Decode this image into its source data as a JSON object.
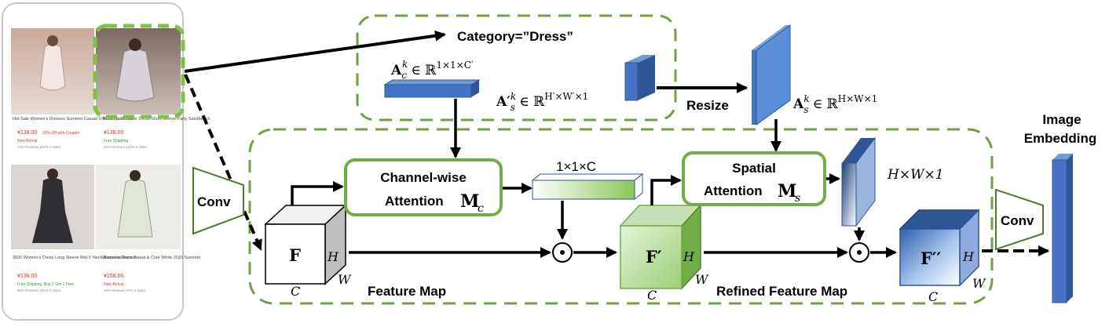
{
  "phone": {
    "products": [
      {
        "title": "Hot Sale Women's Dresses Summer Casual V-Neck Floal Print",
        "price": "¥138.00",
        "promo": "20% Off with Coupon",
        "tag": "New Arrival",
        "reviews": "700+Reviews 100% 5 Stars"
      },
      {
        "title": "Women's Summer Dress Short Sleeve Party Sandbeach",
        "price": "¥138.00",
        "promo": "",
        "tag": "Free Shipping",
        "reviews": "800+Reviews 100% 5 Stars"
      },
      {
        "title": "2020 Women's Dress Long Sleeve Mid-V Neck Business Formal",
        "price": "¥138.00",
        "promo": "",
        "tag": "Free Shipping, Buy 1 Get 1 Free",
        "reviews": "500+Reviews 100% 5 Stars"
      },
      {
        "title": "Women's Dress Sweat & Cute White 2020 Summer",
        "price": "¥158.00",
        "promo": "",
        "tag": "New Arrival",
        "reviews": "200+Reviews 97% 5 Stars"
      }
    ]
  },
  "labels": {
    "category": "Category=”Dress”",
    "conv_left": "Conv",
    "conv_right": "Conv",
    "channel_attention_line1": "Channel-wise",
    "channel_attention_line2": "Attention",
    "channel_attention_symbol": "M",
    "channel_attention_sub": "c",
    "spatial_attention_line1": "Spatial",
    "spatial_attention_line2": "Attention",
    "spatial_attention_symbol": "M",
    "spatial_attention_sub": "s",
    "resize": "Resize",
    "image_embedding_line1": "Image",
    "image_embedding_line2": "Embedding",
    "feature_map": "Feature Map",
    "refined_feature_map": "Refined Feature Map",
    "dim_1x1xC": "1×1×C",
    "dim_HxWx1": "H×W×1",
    "odot": "⊙",
    "cube_F": {
      "name": "F",
      "h": "H",
      "w": "W",
      "c": "C"
    },
    "cube_F1": {
      "name": "F′",
      "h": "H",
      "w": "W",
      "c": "C"
    },
    "cube_F2": {
      "name": "F′′",
      "h": "H",
      "w": "W",
      "c": "C"
    },
    "eq_Ac": {
      "sym": "A",
      "sub": "c",
      "sup": "k",
      "rel": "∈ ℝ",
      "dims": "1×1×C′"
    },
    "eq_As_prime": {
      "sym": "A′",
      "sub": "s",
      "sup": "k",
      "rel": "∈ ℝ",
      "dims": "H′×W′×1"
    },
    "eq_As": {
      "sym": "A",
      "sub": "s",
      "sup": "k",
      "rel": "∈ ℝ",
      "dims": "H×W×1"
    }
  },
  "colors": {
    "green_dash": "#70a040",
    "green_box": "#6fae45",
    "blue_dark": "#2f5597",
    "blue_mid": "#4472c4",
    "blue_light": "#9dc3e6",
    "green_fill": "#a9d18e",
    "price_red": "#e03030"
  }
}
